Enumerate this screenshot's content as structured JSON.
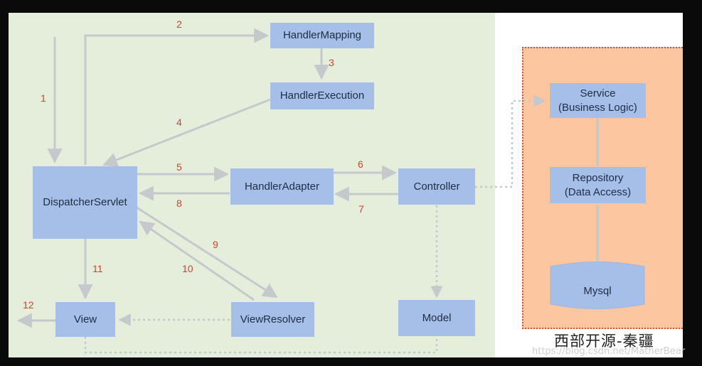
{
  "nodes": {
    "handler_mapping": "HandlerMapping",
    "handler_execution": "HandlerExecution",
    "dispatcher_servlet": "DispatcherServlet",
    "handler_adapter": "HandlerAdapter",
    "controller": "Controller",
    "view_resolver": "ViewResolver",
    "view": "View",
    "model": "Model",
    "service": "Service\n(Business Logic)",
    "repository": "Repository\n(Data Access)",
    "mysql": "Mysql"
  },
  "step_numbers": [
    "1",
    "2",
    "3",
    "4",
    "5",
    "6",
    "7",
    "8",
    "9",
    "10",
    "11",
    "12"
  ],
  "footer_text": "西部开源-秦疆",
  "watermark": "https://blog.csdn.net/MatherBear",
  "colors": {
    "node_fill": "#a6bfe9",
    "main_panel": "#e4eedb",
    "layer_panel": "#fbc6a0",
    "arrow": "#c5c9cc",
    "step_number": "#c8482f"
  }
}
